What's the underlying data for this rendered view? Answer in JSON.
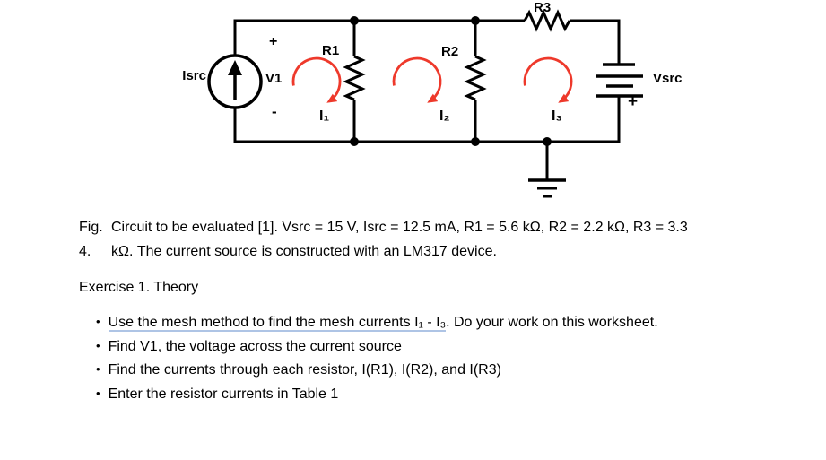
{
  "figure": {
    "labels": {
      "isrc": "Isrc",
      "v1": "V1",
      "source_plus": "+",
      "source_minus": "-",
      "r1": "R1",
      "r2": "R2",
      "r3": "R3",
      "i1": "I₁",
      "i2": "I₂",
      "i3": "I₃",
      "vsrc": "Vsrc",
      "battery_plus": "+"
    },
    "icons": {
      "current_source": "current-source-circle-up-arrow",
      "battery": "battery-cells-symbol",
      "ground": "earth-ground-symbol",
      "mesh_loops": "clockwise-red-arrow-loops"
    },
    "colors": {
      "wire": "#000000",
      "mesh_arrow": "#ee392b",
      "underline_accent": "#aec4e5"
    }
  },
  "caption": {
    "fig_label": "Fig. 4.",
    "line1": "Circuit to be evaluated [1]. Vsrc = 15 V, Isrc = 12.5 mA, R1 = 5.6 kΩ, R2 = 2.2 kΩ, R3 = 3.3",
    "line2": "kΩ. The current source is constructed with an LM317 device."
  },
  "exercise": {
    "heading": "Exercise 1. Theory",
    "bullet_glyph": "•",
    "bullets": [
      {
        "text_underlined": "Use the mesh method to find the mesh currents I₁ - I₃",
        "text": ". Do your work on this worksheet."
      },
      {
        "text_underlined": "",
        "text": "Find V1, the voltage across the current source"
      },
      {
        "text_underlined": "",
        "text": "Find the currents through each resistor, I(R1), I(R2), and I(R3)"
      },
      {
        "text_underlined": "",
        "text": "Enter the resistor currents in Table 1"
      }
    ]
  }
}
